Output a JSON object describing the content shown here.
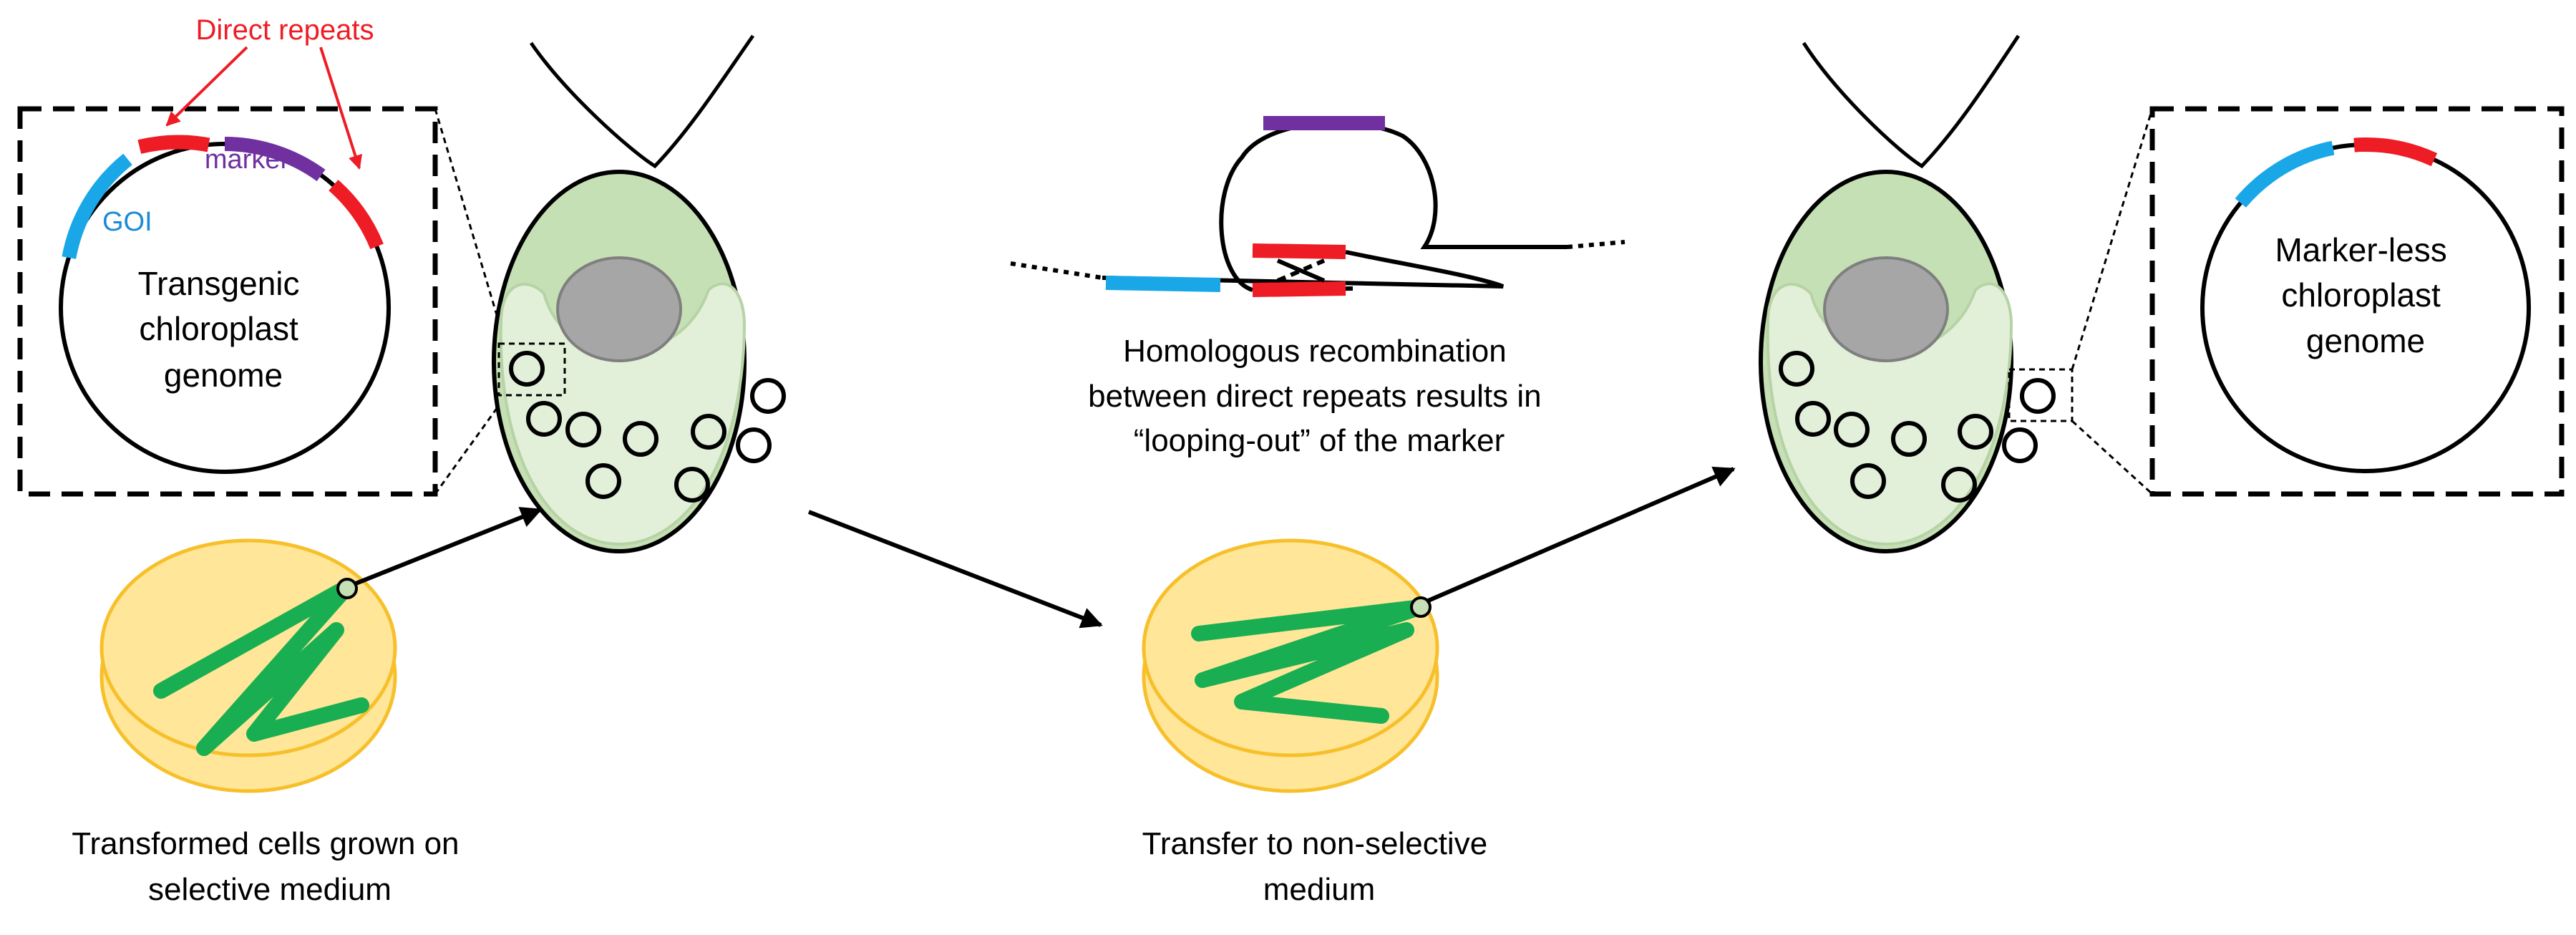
{
  "labels": {
    "direct_repeats": "Direct repeats",
    "marker": "marker",
    "goi": "GOI",
    "transgenic_genome": [
      "Transgenic",
      "chloroplast",
      "genome"
    ],
    "markerless_genome": [
      "Marker-less",
      "chloroplast",
      "genome"
    ],
    "recombination": [
      "Homologous recombination",
      "between direct repeats results in",
      "“looping-out” of the marker"
    ],
    "selective_plate": [
      "Transformed cells grown on",
      "selective medium"
    ],
    "nonselective_plate": [
      "Transfer to non-selective",
      "medium"
    ]
  },
  "colors": {
    "repeat": "#ee1c25",
    "marker": "#7030a0",
    "goi": "#1aa7e8",
    "cell_outer": "#c5e0b4",
    "cell_inner": "#e2f0d9",
    "nucleus": "#a6a6a6",
    "plate": "#ffe699",
    "plate_rim": "#f7c02b",
    "streak": "#1aae52"
  },
  "icons": {
    "arrow": "arrow-icon",
    "flagella": "flagella-icon",
    "chloroplast": "chloroplast-circle-icon"
  }
}
